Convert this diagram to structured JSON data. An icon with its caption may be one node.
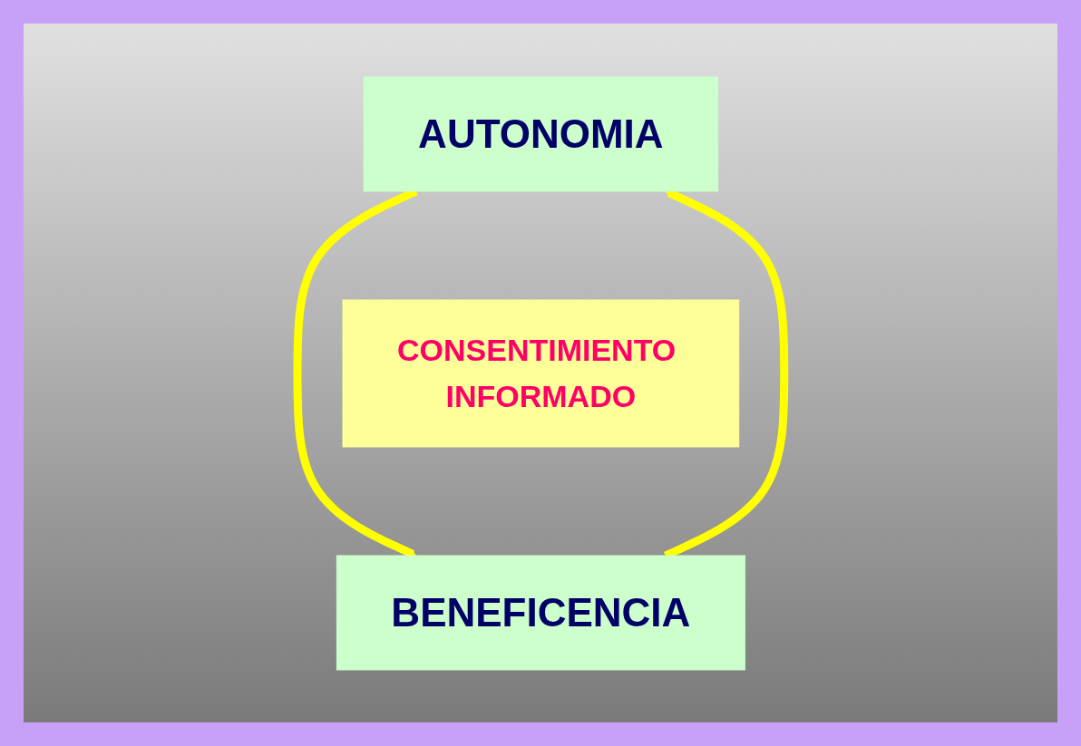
{
  "diagram": {
    "nodes": [
      {
        "text": [
          "AUTONOMIA"
        ]
      },
      {
        "text": [
          "CONSENTIMIENTO INFORMADO"
        ]
      },
      {
        "text": [
          "BENEFICENCIA"
        ]
      }
    ],
    "edges": [
      {
        "from": 0,
        "to": 2,
        "arrow": "to",
        "color": "#ffff00"
      },
      {
        "from": 2,
        "to": 0,
        "arrow": "to",
        "color": "#ffff00"
      }
    ]
  }
}
